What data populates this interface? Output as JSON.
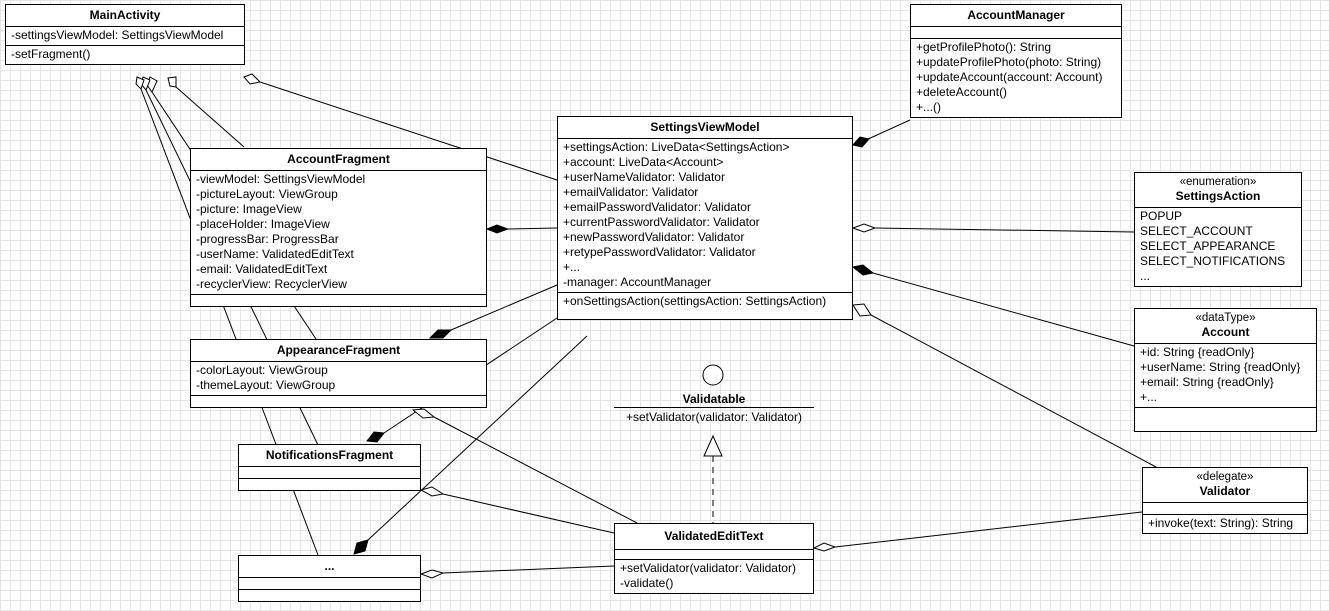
{
  "classes": {
    "main_activity": {
      "name": "MainActivity",
      "attributes": [
        "-settingsViewModel: SettingsViewModel"
      ],
      "operations": [
        "-setFragment()"
      ]
    },
    "account_manager": {
      "name": "AccountManager",
      "attributes": [],
      "operations": [
        "+getProfilePhoto(): String",
        "+updateProfilePhoto(photo: String)",
        "+updateAccount(account: Account)",
        "+deleteAccount()",
        "+...()"
      ]
    },
    "settings_view_model": {
      "name": "SettingsViewModel",
      "attributes": [
        "+settingsAction: LiveData<SettingsAction>",
        "+account: LiveData<Account>",
        "+userNameValidator: Validator",
        "+emailValidator: Validator",
        "+emailPasswordValidator: Validator",
        "+currentPasswordValidator: Validator",
        "+newPasswordValidator: Validator",
        "+retypePasswordValidator: Validator",
        "+...",
        "-manager: AccountManager"
      ],
      "operations": [
        "+onSettingsAction(settingsAction: SettingsAction)"
      ]
    },
    "account_fragment": {
      "name": "AccountFragment",
      "attributes": [
        "-viewModel: SettingsViewModel",
        "-pictureLayout: ViewGroup",
        "-picture: ImageView",
        "-placeHolder: ImageView",
        "-progressBar: ProgressBar",
        "-userName: ValidatedEditText",
        "-email: ValidatedEditText",
        "-recyclerView: RecyclerView"
      ],
      "operations": []
    },
    "appearance_fragment": {
      "name": "AppearanceFragment",
      "attributes": [
        "-colorLayout: ViewGroup",
        "-themeLayout: ViewGroup"
      ],
      "operations": []
    },
    "notifications_fragment": {
      "name": "NotificationsFragment",
      "attributes": [],
      "operations": []
    },
    "ellipsis_class": {
      "name": "...",
      "attributes": [],
      "operations": []
    },
    "settings_action": {
      "stereotype": "«enumeration»",
      "name": "SettingsAction",
      "literals": [
        "POPUP",
        "SELECT_ACCOUNT",
        "SELECT_APPEARANCE",
        "SELECT_NOTIFICATIONS",
        "..."
      ]
    },
    "account": {
      "stereotype": "«dataType»",
      "name": "Account",
      "attributes": [
        "+id: String {readOnly}",
        "+userName: String {readOnly}",
        "+email: String {readOnly}",
        "+..."
      ],
      "operations": []
    },
    "validator": {
      "stereotype": "«delegate»",
      "name": "Validator",
      "attributes": [],
      "operations": [
        "+invoke(text: String): String"
      ]
    },
    "validated_edit_text": {
      "name": "ValidatedEditText",
      "attributes": [],
      "operations": [
        "+setValidator(validator: Validator)",
        "-validate()"
      ]
    }
  },
  "interface": {
    "name": "Validatable",
    "operations": [
      "+setValidator(validator: Validator)"
    ]
  },
  "colors": {
    "line": "#000000",
    "grid": "#e6e6e6",
    "background": "#ffffff"
  }
}
